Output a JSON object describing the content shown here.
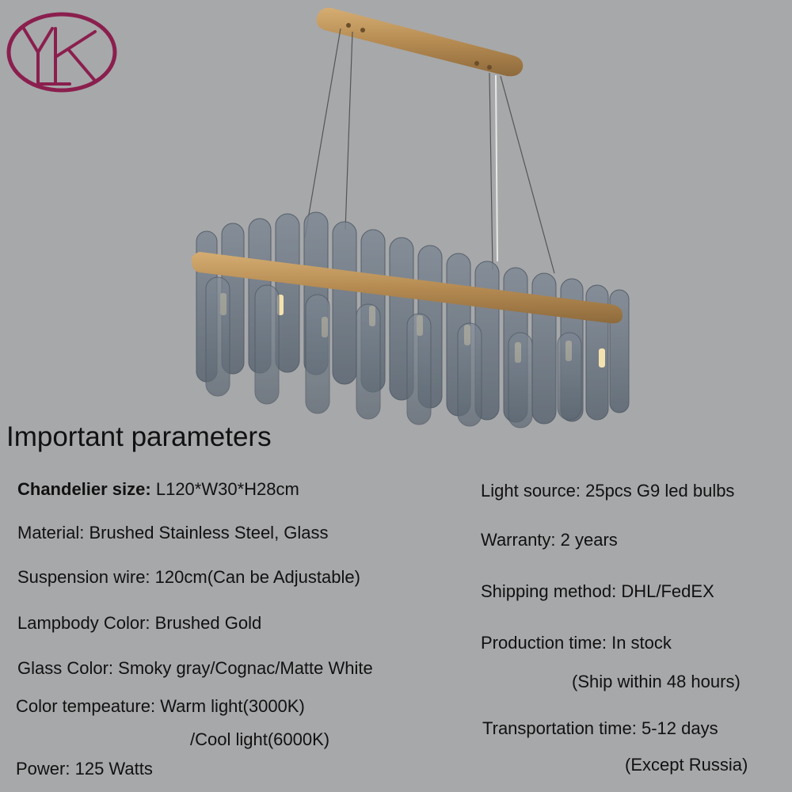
{
  "brand": {
    "logo_text": "YLK",
    "logo_color": "#8a1f4e"
  },
  "title": "Important parameters",
  "left_params": [
    {
      "key": "Chandelier size:",
      "value": "L120*W30*H28cm"
    },
    {
      "key": "Material:",
      "value": "Brushed Stainless Steel, Glass"
    },
    {
      "key": "Suspension wire:",
      "value": "120cm(Can be Adjustable)"
    },
    {
      "key": "Lampbody Color:",
      "value": "Brushed Gold"
    },
    {
      "key": "Glass Color:",
      "value": "Smoky gray/Cognac/Matte White"
    },
    {
      "key": "Color tempeature:",
      "value": "Warm light(3000K)"
    },
    {
      "key": "",
      "value": "/Cool light(6000K)"
    },
    {
      "key": "Power:",
      "value": "125 Watts"
    }
  ],
  "right_params": [
    {
      "key": "Light source:",
      "value": "25pcs G9 led bulbs"
    },
    {
      "key": "Warranty:",
      "value": "2 years"
    },
    {
      "key": "Shipping method:",
      "value": "DHL/FedEX"
    },
    {
      "key": "Production time:",
      "value": "In stock"
    },
    {
      "key": "",
      "value": "(Ship within 48 hours)"
    },
    {
      "key": "Transportation time:",
      "value": "5-12 days"
    },
    {
      "key": "",
      "value": "(Except Russia)"
    }
  ],
  "colors": {
    "background": "#a7a8aa",
    "gold": "#b58b52",
    "glass": "#6f7a86"
  }
}
